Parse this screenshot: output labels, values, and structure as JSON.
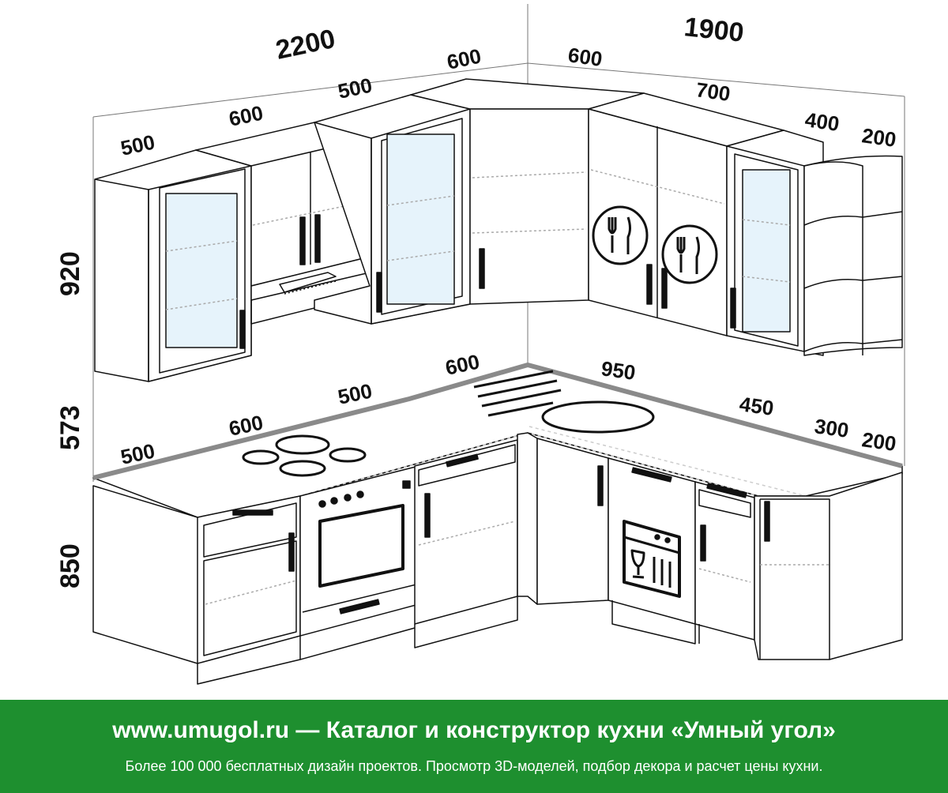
{
  "dimensions": {
    "upper_total_left": "2200",
    "upper_total_right": "1900",
    "upper_left": [
      "500",
      "600",
      "500",
      "600"
    ],
    "upper_right": [
      "600",
      "700",
      "400",
      "200"
    ],
    "lower_left": [
      "500",
      "600",
      "500",
      "600"
    ],
    "lower_right": [
      "950",
      "450",
      "300",
      "200"
    ],
    "height_upper": "920",
    "height_gap": "573",
    "height_lower": "850"
  },
  "footer": {
    "title": "www.umugol.ru — Каталог и конструктор кухни «Умный угол»",
    "subtitle": "Более 100 000 бесплатных дизайн проектов. Просмотр 3D-моделей, подбор декора и расчет цены кухни."
  },
  "colors": {
    "footer_bg": "#1e8f2f",
    "worktop_edge": "#8a8a8a",
    "glass": "#e6f3fb"
  }
}
